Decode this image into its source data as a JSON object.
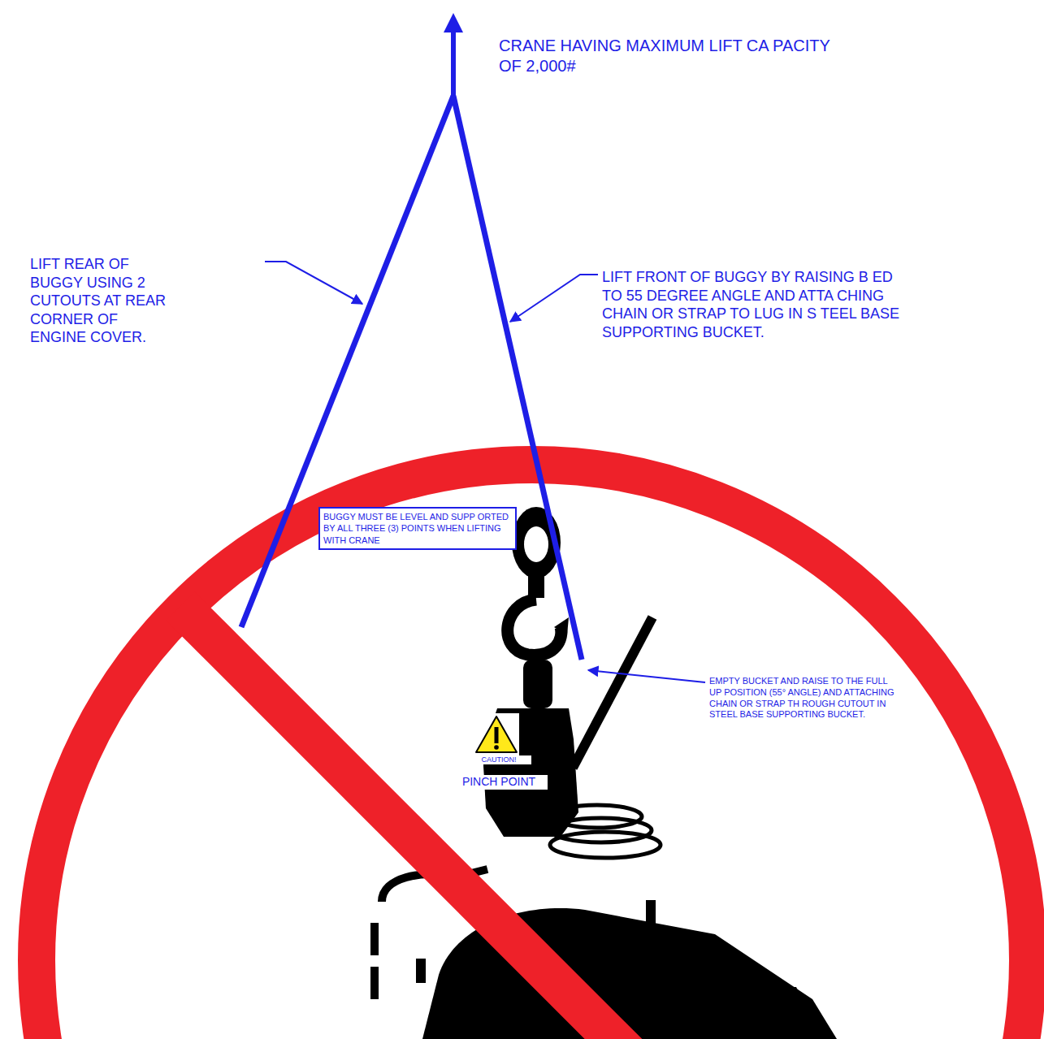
{
  "diagram": {
    "nodes": [
      {
        "text": [
          "BUGGY MUST BE LEVEL AND SUPP ORTED BY ALL THREE (3) POINTS WHEN LIFTING WITH CRANE"
        ]
      }
    ],
    "labels": [
      "CRANE HAVING MAXIMUM LIFT CA PACITY OF 2,000#",
      "LIFT REAR OF BUGGY USING 2 CUTOUTS AT REAR CORNER OF ENGINE COVER.",
      "LIFT FRONT OF BUGGY BY RAISING B ED TO 55 DEGREE ANGLE AND ATTA CHING CHAIN OR STRAP TO LUG IN S TEEL BASE SUPPORTING BUCKET.",
      "EMPTY BUCKET AND RAISE TO THE FULL UP POSITION (55° ANGLE) AND ATTACHING CHAIN OR STRAP TH ROUGH CUTOUT IN STEEL BASE SUPPORTING BUCKET.",
      "CAUTION!",
      "PINCH POINT"
    ]
  }
}
